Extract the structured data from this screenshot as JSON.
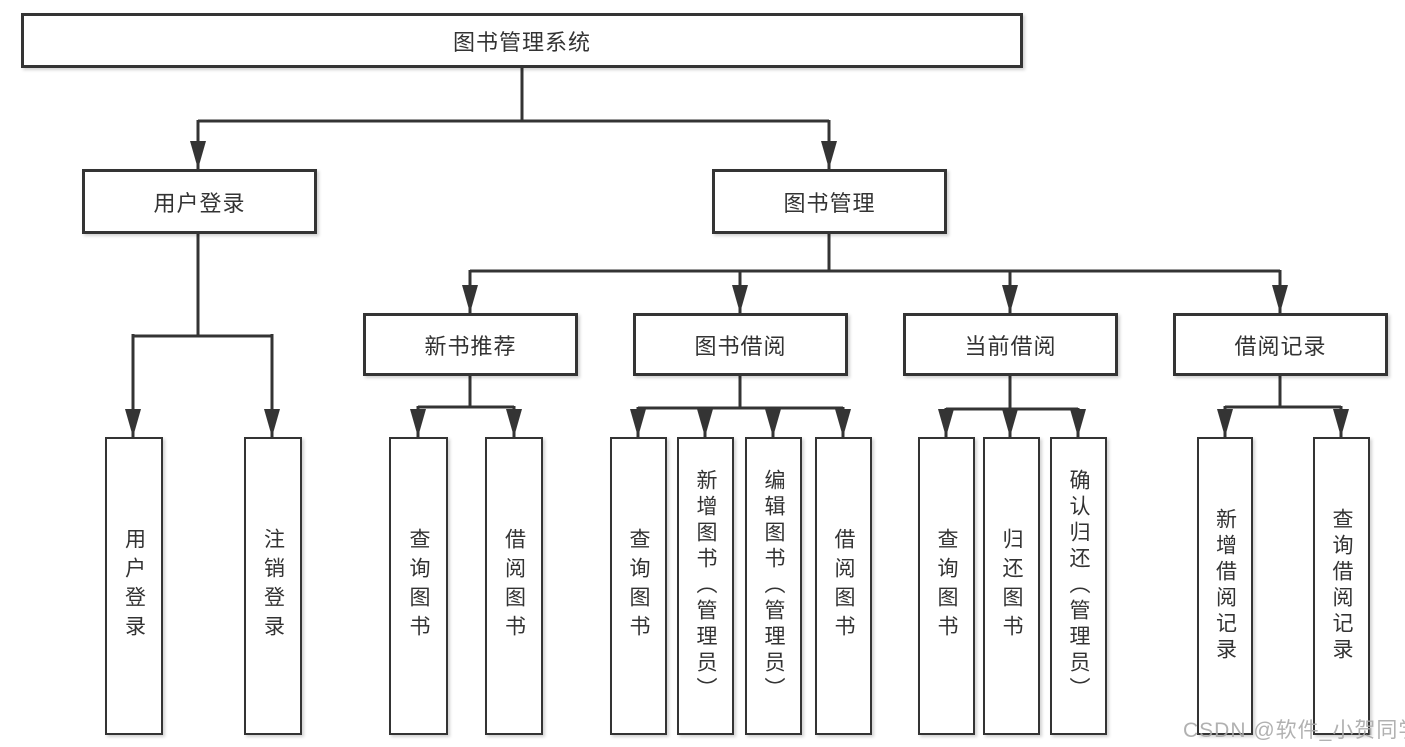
{
  "tree": {
    "root": "图书管理系统",
    "level2": [
      "用户登录",
      "图书管理"
    ],
    "level3": [
      "新书推荐",
      "图书借阅",
      "当前借阅",
      "借阅记录"
    ],
    "leaves": {
      "login": [
        "用户登录",
        "注销登录"
      ],
      "newbook": [
        "查询图书",
        "借阅图书"
      ],
      "borrow": [
        "查询图书",
        "新增图书（管理员）",
        "编辑图书（管理员）",
        "借阅图书"
      ],
      "current": [
        "查询图书",
        "归还图书",
        "确认归还（管理员）"
      ],
      "records": [
        "新增借阅记录",
        "查询借阅记录"
      ]
    }
  },
  "watermark": "CSDN @软件_小贺同学",
  "colors": {
    "line": "#343434",
    "text": "#333333",
    "watermark": "#aaaaaa",
    "background": "#ffffff"
  }
}
